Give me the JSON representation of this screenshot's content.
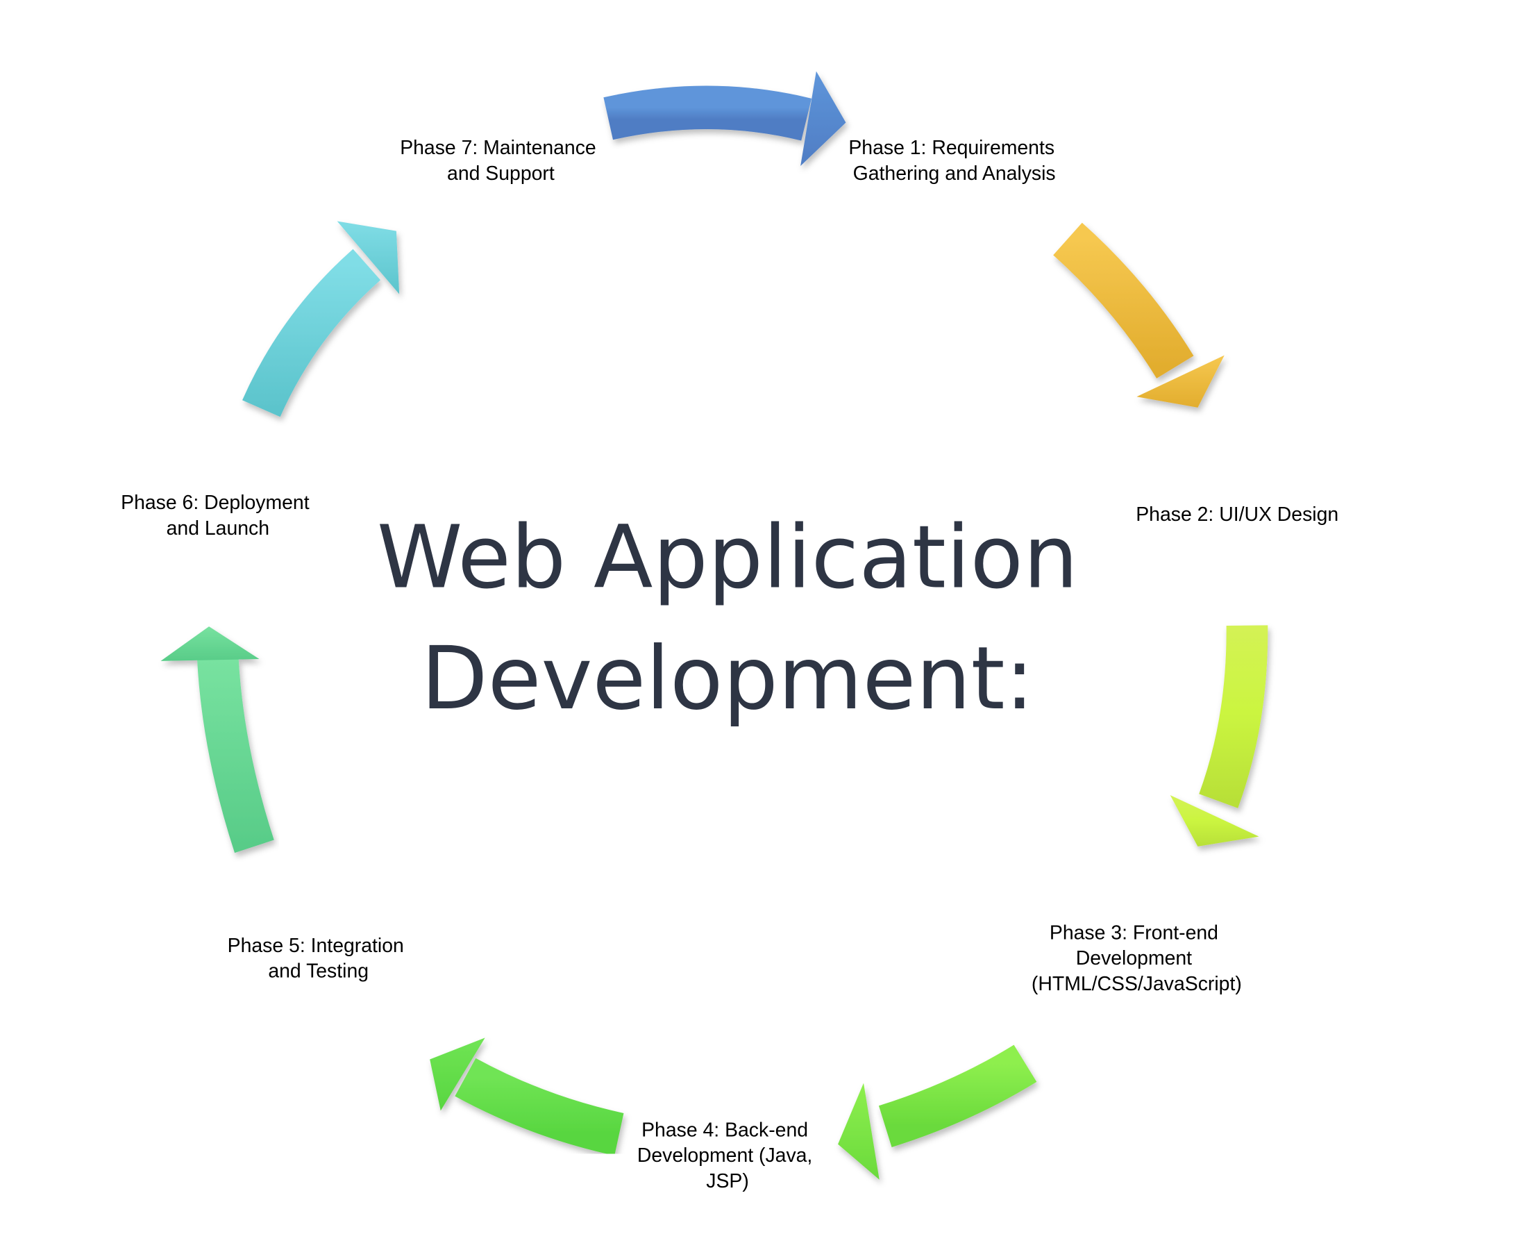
{
  "title": {
    "line1": "Web Application",
    "line2": "Development:"
  },
  "phases": [
    {
      "lines": [
        "Phase 1: Requirements",
        "Gathering and Analysis"
      ],
      "color": "#5b8bd0"
    },
    {
      "lines": [
        "Phase 2: UI/UX Design"
      ],
      "color": "#f0bb3a"
    },
    {
      "lines": [
        "Phase 3: Front-end",
        "Development",
        "(HTML/CSS/JavaScript)"
      ],
      "color": "#c8f040"
    },
    {
      "lines": [
        "Phase 4: Back-end",
        "Development (Java,",
        "JSP)"
      ],
      "color": "#7de84a"
    },
    {
      "lines": [
        "Phase 5: Integration",
        "and Testing"
      ],
      "color": "#5fdc4e"
    },
    {
      "lines": [
        "Phase 6: Deployment",
        "and Launch"
      ],
      "color": "#68d898"
    },
    {
      "lines": [
        "Phase 7: Maintenance",
        "and Support"
      ],
      "color": "#6ad2dc"
    }
  ]
}
